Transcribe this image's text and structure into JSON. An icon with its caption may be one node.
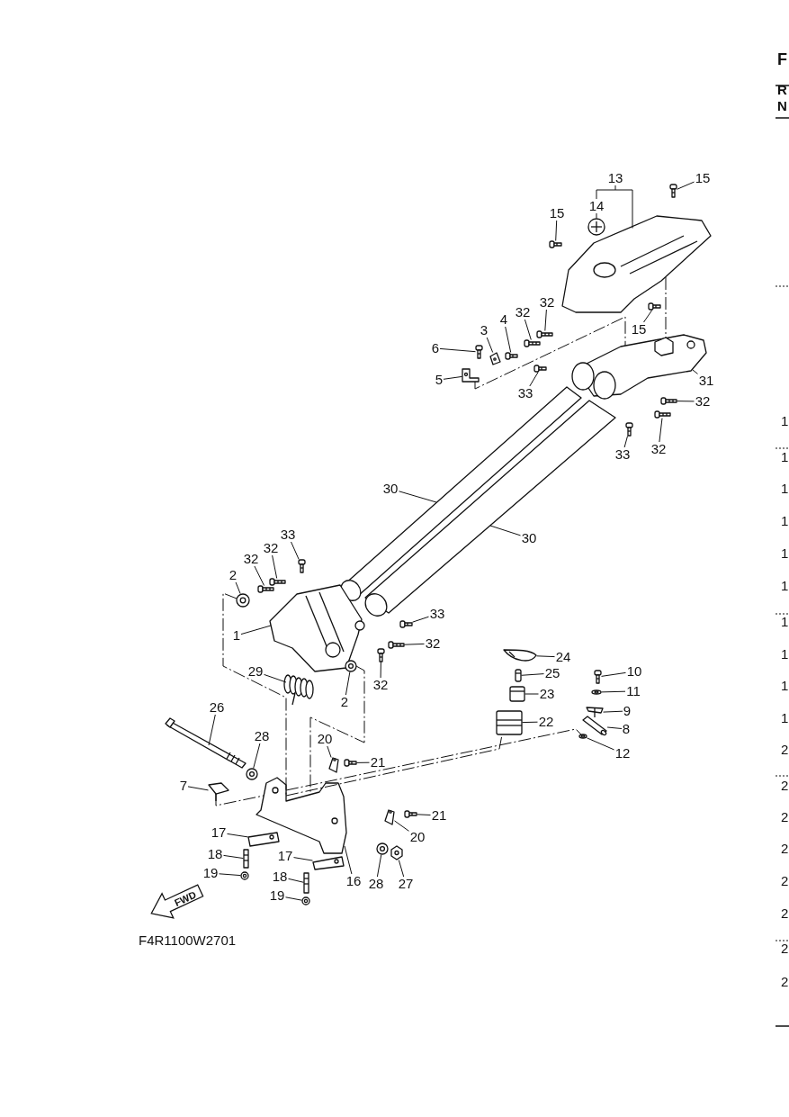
{
  "diagram": {
    "nodes": [
      {
        "text": [
          "13"
        ]
      },
      {
        "text": [
          "15"
        ]
      },
      {
        "text": [
          "14"
        ]
      },
      {
        "text": [
          "15"
        ]
      },
      {
        "text": [
          "15"
        ]
      },
      {
        "text": [
          "32"
        ]
      },
      {
        "text": [
          "32"
        ]
      },
      {
        "text": [
          "3"
        ]
      },
      {
        "text": [
          "4"
        ]
      },
      {
        "text": [
          "6"
        ]
      },
      {
        "text": [
          "5"
        ]
      },
      {
        "text": [
          "33"
        ]
      },
      {
        "text": [
          "31"
        ]
      },
      {
        "text": [
          "32"
        ]
      },
      {
        "text": [
          "32"
        ]
      },
      {
        "text": [
          "33"
        ]
      },
      {
        "text": [
          "30"
        ]
      },
      {
        "text": [
          "30"
        ]
      },
      {
        "text": [
          "33"
        ]
      },
      {
        "text": [
          "32"
        ]
      },
      {
        "text": [
          "32"
        ]
      },
      {
        "text": [
          "2"
        ]
      },
      {
        "text": [
          "1"
        ]
      },
      {
        "text": [
          "33"
        ]
      },
      {
        "text": [
          "32"
        ]
      },
      {
        "text": [
          "29"
        ]
      },
      {
        "text": [
          "2"
        ]
      },
      {
        "text": [
          "32"
        ]
      },
      {
        "text": [
          "24"
        ]
      },
      {
        "text": [
          "25"
        ]
      },
      {
        "text": [
          "23"
        ]
      },
      {
        "text": [
          "22"
        ]
      },
      {
        "text": [
          "10"
        ]
      },
      {
        "text": [
          "11"
        ]
      },
      {
        "text": [
          "9"
        ]
      },
      {
        "text": [
          "8"
        ]
      },
      {
        "text": [
          "12"
        ]
      },
      {
        "text": [
          "26"
        ]
      },
      {
        "text": [
          "28"
        ]
      },
      {
        "text": [
          "20"
        ]
      },
      {
        "text": [
          "21"
        ]
      },
      {
        "text": [
          "7"
        ]
      },
      {
        "text": [
          "21"
        ]
      },
      {
        "text": [
          "20"
        ]
      },
      {
        "text": [
          "17"
        ]
      },
      {
        "text": [
          "18"
        ]
      },
      {
        "text": [
          "19"
        ]
      },
      {
        "text": [
          "17"
        ]
      },
      {
        "text": [
          "16"
        ]
      },
      {
        "text": [
          "28"
        ]
      },
      {
        "text": [
          "27"
        ]
      },
      {
        "text": [
          "18"
        ]
      },
      {
        "text": [
          "19"
        ]
      },
      {
        "text": [],
        "shape": "picture"
      },
      {
        "text": [],
        "shape": "picture"
      },
      {
        "text": [],
        "shape": "picture"
      },
      {
        "text": [],
        "shape": "picture"
      },
      {
        "text": [],
        "shape": "picture"
      },
      {
        "text": [],
        "shape": "picture"
      },
      {
        "text": [],
        "shape": "picture"
      },
      {
        "text": [],
        "shape": "picture"
      },
      {
        "text": [],
        "shape": "picture"
      },
      {
        "text": [],
        "shape": "picture"
      },
      {
        "text": [],
        "shape": "picture"
      },
      {
        "text": [],
        "shape": "picture"
      },
      {
        "text": [],
        "shape": "picture"
      },
      {
        "text": [],
        "shape": "picture"
      },
      {
        "text": [],
        "shape": "picture"
      },
      {
        "text": [],
        "shape": "picture"
      },
      {
        "text": [],
        "shape": "picture"
      },
      {
        "text": [],
        "shape": "picture"
      },
      {
        "text": [],
        "shape": "picture"
      },
      {
        "text": [],
        "shape": "picture"
      },
      {
        "text": [],
        "shape": "picture"
      },
      {
        "text": [],
        "shape": "picture"
      },
      {
        "text": [],
        "shape": "picture"
      },
      {
        "text": [],
        "shape": "picture"
      },
      {
        "text": [],
        "shape": "picture"
      },
      {
        "text": [],
        "shape": "picture"
      },
      {
        "text": [],
        "shape": "picture"
      },
      {
        "text": [],
        "shape": "picture"
      },
      {
        "text": [],
        "shape": "picture"
      },
      {
        "text": [],
        "shape": "picture"
      },
      {
        "text": [],
        "shape": "picture"
      },
      {
        "text": [],
        "shape": "picture"
      },
      {
        "text": [],
        "shape": "picture"
      },
      {
        "text": [],
        "shape": "picture"
      },
      {
        "text": [],
        "shape": "picture"
      },
      {
        "text": [],
        "shape": "picture"
      },
      {
        "text": [],
        "shape": "picture"
      },
      {
        "text": [],
        "shape": "picture"
      },
      {
        "text": [],
        "shape": "picture"
      },
      {
        "text": [],
        "shape": "picture"
      },
      {
        "text": [],
        "shape": "picture"
      },
      {
        "text": [],
        "shape": "picture"
      },
      {
        "text": [],
        "shape": "picture"
      },
      {
        "text": [],
        "shape": "picture"
      },
      {
        "text": [],
        "shape": "picture"
      },
      {
        "text": [],
        "shape": "picture"
      },
      {
        "text": [],
        "shape": "picture"
      },
      {
        "text": [],
        "shape": "picture"
      },
      {
        "text": [],
        "shape": "picture"
      },
      {
        "text": [],
        "shape": "picture"
      },
      {
        "text": [],
        "shape": "picture"
      },
      {
        "text": [],
        "shape": "picture"
      },
      {
        "text": [],
        "shape": "picture"
      }
    ],
    "edges": [
      {
        "from": 0,
        "to": 53,
        "arrow": "none"
      },
      {
        "from": 1,
        "to": 54,
        "arrow": "none"
      },
      {
        "from": 2,
        "to": 55,
        "arrow": "none"
      },
      {
        "from": 3,
        "to": 56,
        "arrow": "none"
      },
      {
        "from": 4,
        "to": 57,
        "arrow": "none"
      },
      {
        "from": 5,
        "to": 58,
        "arrow": "none"
      },
      {
        "from": 6,
        "to": 59,
        "arrow": "none"
      },
      {
        "from": 7,
        "to": 60,
        "arrow": "none"
      },
      {
        "from": 8,
        "to": 61,
        "arrow": "none"
      },
      {
        "from": 9,
        "to": 62,
        "arrow": "none"
      },
      {
        "from": 10,
        "to": 63,
        "arrow": "none"
      },
      {
        "from": 11,
        "to": 64,
        "arrow": "none"
      },
      {
        "from": 12,
        "to": 65,
        "arrow": "none"
      },
      {
        "from": 13,
        "to": 66,
        "arrow": "none"
      },
      {
        "from": 14,
        "to": 67,
        "arrow": "none"
      },
      {
        "from": 15,
        "to": 68,
        "arrow": "none"
      },
      {
        "from": 16,
        "to": 69,
        "arrow": "none"
      },
      {
        "from": 17,
        "to": 70,
        "arrow": "none"
      },
      {
        "from": 18,
        "to": 71,
        "arrow": "none"
      },
      {
        "from": 19,
        "to": 72,
        "arrow": "none"
      },
      {
        "from": 20,
        "to": 73,
        "arrow": "none"
      },
      {
        "from": 21,
        "to": 74,
        "arrow": "none"
      },
      {
        "from": 22,
        "to": 75,
        "arrow": "none"
      },
      {
        "from": 23,
        "to": 76,
        "arrow": "none"
      },
      {
        "from": 24,
        "to": 77,
        "arrow": "none"
      },
      {
        "from": 25,
        "to": 78,
        "arrow": "none"
      },
      {
        "from": 26,
        "to": 79,
        "arrow": "none"
      },
      {
        "from": 27,
        "to": 80,
        "arrow": "none"
      },
      {
        "from": 28,
        "to": 81,
        "arrow": "none"
      },
      {
        "from": 29,
        "to": 82,
        "arrow": "none"
      },
      {
        "from": 30,
        "to": 83,
        "arrow": "none"
      },
      {
        "from": 31,
        "to": 84,
        "arrow": "none"
      },
      {
        "from": 32,
        "to": 85,
        "arrow": "none"
      },
      {
        "from": 33,
        "to": 86,
        "arrow": "none"
      },
      {
        "from": 34,
        "to": 87,
        "arrow": "none"
      },
      {
        "from": 35,
        "to": 88,
        "arrow": "none"
      },
      {
        "from": 36,
        "to": 89,
        "arrow": "none"
      },
      {
        "from": 37,
        "to": 90,
        "arrow": "none"
      },
      {
        "from": 38,
        "to": 91,
        "arrow": "none"
      },
      {
        "from": 39,
        "to": 92,
        "arrow": "none"
      },
      {
        "from": 40,
        "to": 93,
        "arrow": "none"
      },
      {
        "from": 41,
        "to": 94,
        "arrow": "none"
      },
      {
        "from": 42,
        "to": 95,
        "arrow": "none"
      },
      {
        "from": 43,
        "to": 96,
        "arrow": "none"
      },
      {
        "from": 44,
        "to": 97,
        "arrow": "none"
      },
      {
        "from": 45,
        "to": 98,
        "arrow": "none"
      },
      {
        "from": 46,
        "to": 99,
        "arrow": "none"
      },
      {
        "from": 47,
        "to": 100,
        "arrow": "none"
      },
      {
        "from": 48,
        "to": 101,
        "arrow": "none"
      },
      {
        "from": 49,
        "to": 102,
        "arrow": "none"
      },
      {
        "from": 50,
        "to": 103,
        "arrow": "none"
      },
      {
        "from": 51,
        "to": 104,
        "arrow": "none"
      },
      {
        "from": 52,
        "to": 105,
        "arrow": "none"
      },
      {
        "from": 53,
        "to": 65,
        "arrow": "none",
        "style": "dashed"
      },
      {
        "from": 74,
        "to": 101,
        "arrow": "none",
        "style": "dashed"
      },
      {
        "from": 79,
        "to": 101,
        "arrow": "none",
        "style": "dashed"
      },
      {
        "from": 94,
        "to": 101,
        "arrow": "none",
        "style": "dashed"
      },
      {
        "from": 101,
        "to": 84,
        "arrow": "none",
        "style": "dashed"
      },
      {
        "from": 63,
        "to": 65,
        "arrow": "none",
        "style": "dashed"
      },
      {
        "from": 101,
        "to": 89,
        "arrow": "none",
        "style": "dashed"
      },
      {
        "from": 0,
        "to": 2,
        "arrow": "none"
      }
    ],
    "labels": [
      "F",
      "R",
      "N",
      "1",
      "1",
      "1",
      "1",
      "1",
      "1",
      "1",
      "1",
      "1",
      "1",
      "2",
      "2",
      "2",
      "2",
      "2",
      "FWD",
      "2",
      "F4R1100W2701",
      "2",
      "2"
    ]
  }
}
